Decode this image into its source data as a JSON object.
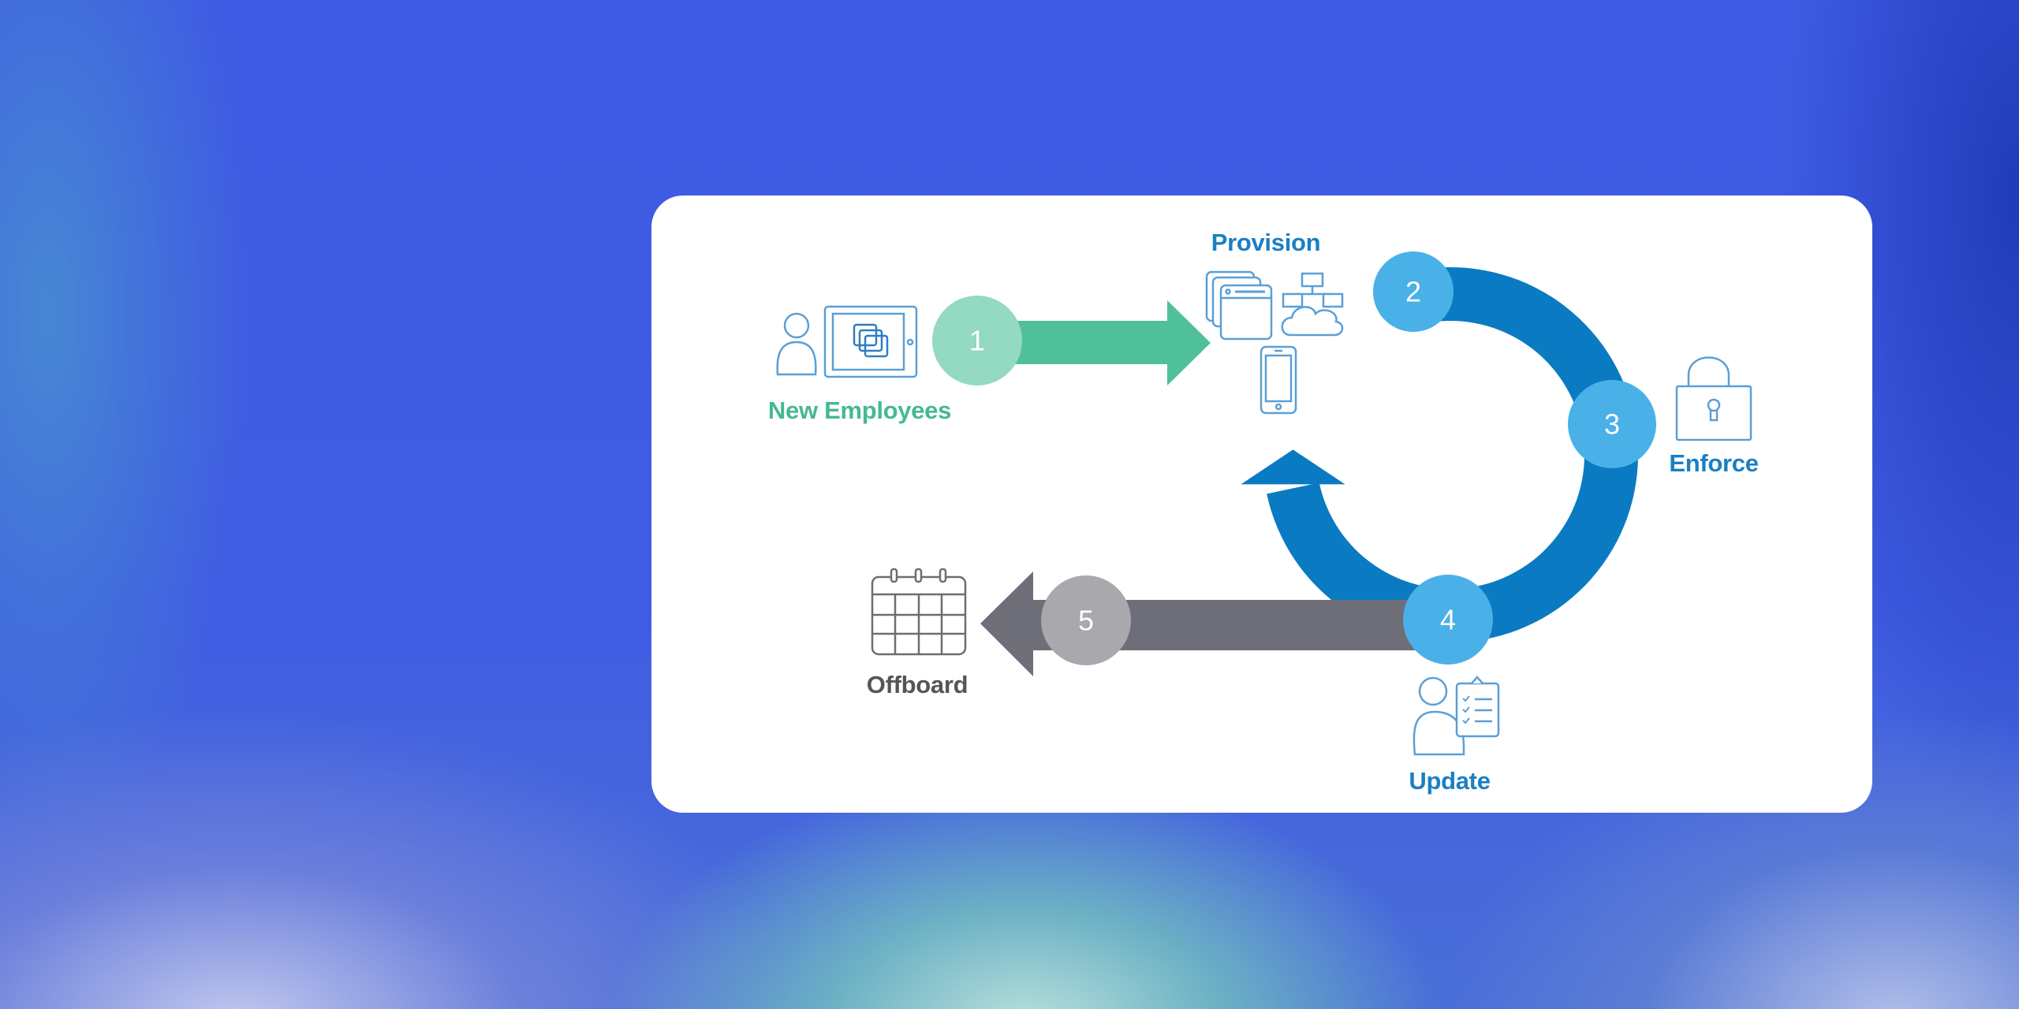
{
  "diagram": {
    "steps": [
      {
        "number": "1",
        "label": "New Employees",
        "icon": "employee-tablet-icon"
      },
      {
        "number": "2",
        "label": "Provision",
        "icon": "apps-cloud-phone-icon"
      },
      {
        "number": "3",
        "label": "Enforce",
        "icon": "padlock-icon"
      },
      {
        "number": "4",
        "label": "Update",
        "icon": "user-checklist-icon"
      },
      {
        "number": "5",
        "label": "Offboard",
        "icon": "calendar-icon"
      }
    ]
  },
  "colors": {
    "green_arrow": "#4fc09a",
    "green_circle": "#94d9c1",
    "green_text": "#45b98f",
    "ring_blue": "#0a7bc2",
    "circle_blue": "#4ab0e8",
    "text_blue": "#1a7fc4",
    "gray_arrow": "#6e6e78",
    "gray_circle": "#a8a8ad",
    "gray_text": "#555558",
    "icon_stroke": "#5b9fd6"
  }
}
